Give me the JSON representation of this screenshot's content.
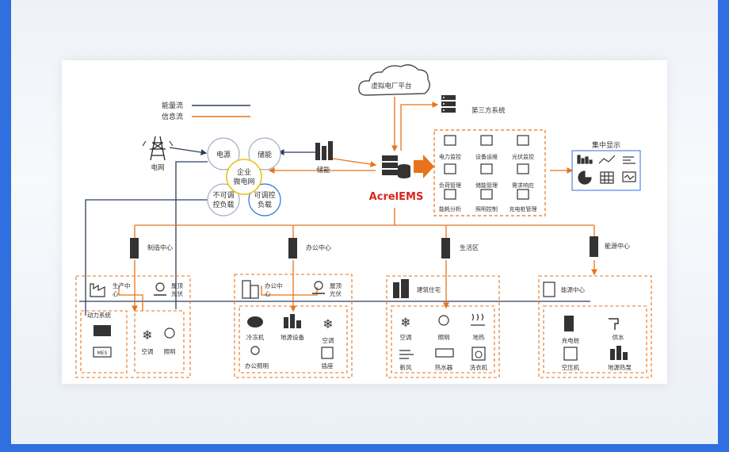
{
  "colors": {
    "energy_flow": "#2c3e5c",
    "info_flow": "#e8731a",
    "accent": "#e8731a",
    "ems_red": "#d9261c",
    "circle_stroke": "#9fb0c8",
    "cloud_stroke": "#4a4a4a"
  },
  "legend": {
    "energy": "能量流",
    "info": "信息流"
  },
  "cloud": {
    "label": "虚拟电厂平台"
  },
  "third_party": {
    "label": "第三方系统"
  },
  "grid": {
    "label": "电网",
    "icon": "power-tower-icon"
  },
  "storage": {
    "label": "储能",
    "icon": "battery-icon"
  },
  "microgrid": {
    "center": "企业微电网",
    "center_l1": "企业",
    "center_l2": "微电网",
    "source": "电源",
    "storage": "储能",
    "nonadj_l1": "不可调",
    "nonadj_l2": "控负载",
    "adj_l1": "可调控",
    "adj_l2": "负载"
  },
  "ems": {
    "label": "AcrelEMS"
  },
  "functions": [
    {
      "label": "电力监控",
      "icon": "monitor-icon"
    },
    {
      "label": "设备运维",
      "icon": "stethoscope-icon"
    },
    {
      "label": "光伏监控",
      "icon": "sun-panel-icon"
    },
    {
      "label": "负荷管理",
      "icon": "bar-chart-icon"
    },
    {
      "label": "储能管理",
      "icon": "battery-icon"
    },
    {
      "label": "需求响应",
      "icon": "lightning-icon"
    },
    {
      "label": "能耗分析",
      "icon": "analysis-icon"
    },
    {
      "label": "照明控制",
      "icon": "bulb-icon"
    },
    {
      "label": "充电桩管理",
      "icon": "charger-icon"
    }
  ],
  "display": {
    "title": "集中显示"
  },
  "gateways": [
    {
      "label": "制造中心"
    },
    {
      "label": "办公中心"
    },
    {
      "label": "生活区"
    },
    {
      "label": "能源中心"
    }
  ],
  "zones": {
    "manufacturing": {
      "title_l1": "生产中",
      "title_l2": "心",
      "pv_l1": "屋顶",
      "pv_l2": "光伏",
      "power_system": "动力系统",
      "mes": "MES",
      "ac": "空调",
      "light": "照明"
    },
    "office": {
      "title_l1": "办公中",
      "title_l2": "心",
      "pv_l1": "屋顶",
      "pv_l2": "光伏",
      "chiller": "冷冻机",
      "geo": "地源设备",
      "ac": "空调",
      "light": "办公照明",
      "socket": "插座"
    },
    "residential": {
      "title": "建筑住宅",
      "ac": "空调",
      "light": "照明",
      "floor_heat": "地热",
      "fresh_air": "新风",
      "water_heater": "热水器",
      "washer": "洗衣机"
    },
    "energy": {
      "title": "能源中心",
      "charger": "充电桩",
      "water": "供水",
      "compressor": "空压机",
      "heatpump": "地源热泵"
    }
  }
}
